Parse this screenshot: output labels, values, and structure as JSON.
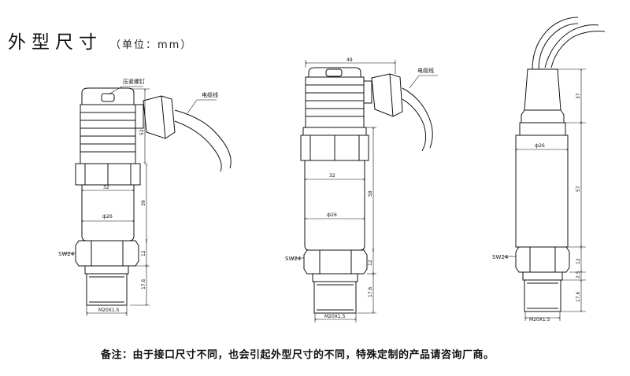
{
  "page": {
    "title": "外型尺寸",
    "unit": "（单位：mm）",
    "note": "备注：由于接口尺寸不同，也会引起外型尺寸的不同，特殊定制的产品请咨询厂商。"
  },
  "drawings": [
    {
      "labels": {
        "screw": "压紧螺钉",
        "cable": "电缆线",
        "wrench": "SW24",
        "thread": "M20X1.5",
        "diameter": "ф26"
      },
      "dims": {
        "width": "32",
        "total": "39",
        "hex": "12",
        "thread": "17.6",
        "top": "52"
      }
    },
    {
      "labels": {
        "cable": "电缆线",
        "wrench": "SW24",
        "thread": "M20X1.5",
        "diameter": "ф26"
      },
      "dims": {
        "width": "49",
        "body_width": "32",
        "body": "58",
        "hex": "12",
        "thread": "17.6"
      }
    },
    {
      "labels": {
        "wrench": "SW24",
        "thread": "M20X1.5",
        "diameter": "ф26"
      },
      "dims": {
        "top": "37",
        "body": "57",
        "hex": "12",
        "gap": "2.5",
        "thread": "17.6"
      }
    }
  ]
}
